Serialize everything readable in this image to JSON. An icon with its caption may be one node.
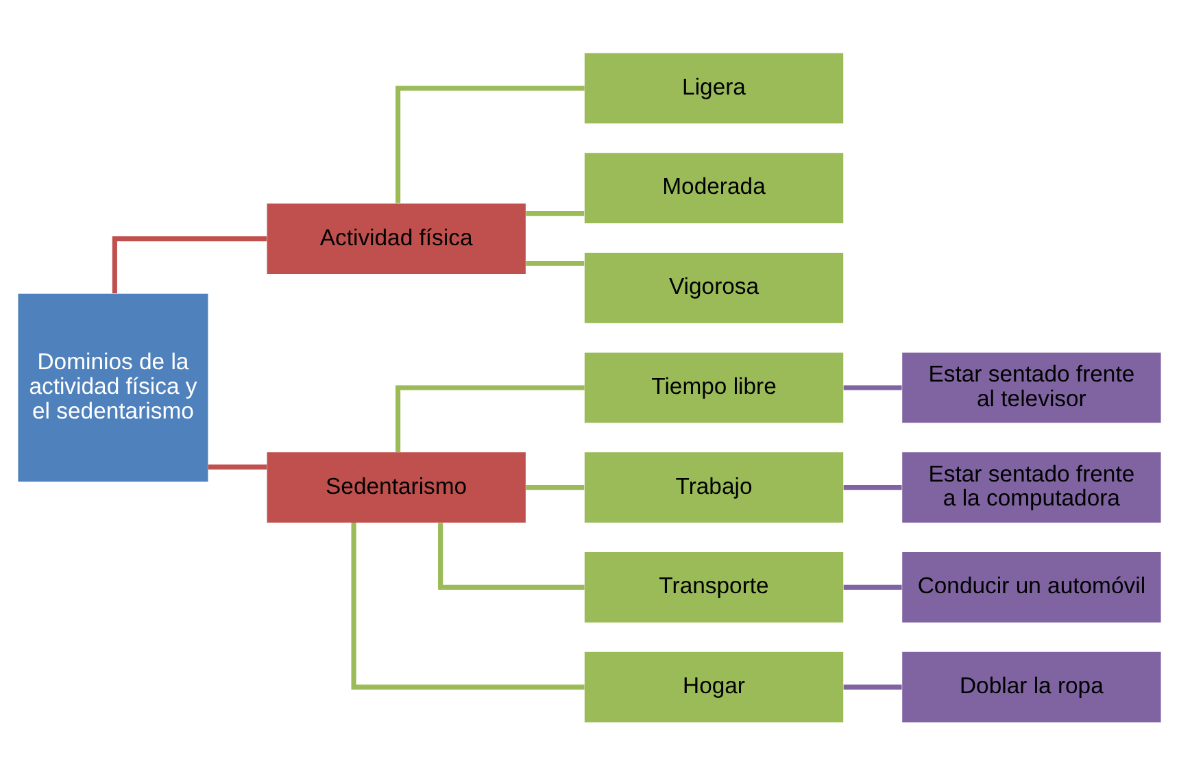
{
  "diagram": {
    "nodes": [
      {
        "text": [
          "Dominios de la actividad física y el sedentarismo"
        ]
      },
      {
        "text": [
          "Actividad física"
        ]
      },
      {
        "text": [
          "Sedentarismo"
        ]
      },
      {
        "text": [
          "Ligera"
        ]
      },
      {
        "text": [
          "Moderada"
        ]
      },
      {
        "text": [
          "Vigorosa"
        ]
      },
      {
        "text": [
          "Tiempo libre"
        ]
      },
      {
        "text": [
          "Trabajo"
        ]
      },
      {
        "text": [
          "Transporte"
        ]
      },
      {
        "text": [
          "Hogar"
        ]
      },
      {
        "text": [
          "Estar sentado frente al televisor"
        ]
      },
      {
        "text": [
          "Estar sentado frente a la computadora"
        ]
      },
      {
        "text": [
          "Conducir un automóvil"
        ]
      },
      {
        "text": [
          "Doblar la ropa"
        ]
      }
    ],
    "edges": [
      {
        "from": 0,
        "to": 1,
        "arrow": "none",
        "color": "#c0504d"
      },
      {
        "from": 0,
        "to": 2,
        "arrow": "none",
        "color": "#c0504d"
      },
      {
        "from": 1,
        "to": 3,
        "arrow": "none"
      },
      {
        "from": 1,
        "to": 4,
        "arrow": "none"
      },
      {
        "from": 1,
        "to": 5,
        "arrow": "none"
      },
      {
        "from": 2,
        "to": 6,
        "arrow": "none"
      },
      {
        "from": 2,
        "to": 7,
        "arrow": "none"
      },
      {
        "from": 2,
        "to": 8,
        "arrow": "none"
      },
      {
        "from": 2,
        "to": 9,
        "arrow": "none"
      },
      {
        "from": 6,
        "to": 10,
        "arrow": "none",
        "color": "#8064a2"
      },
      {
        "from": 7,
        "to": 11,
        "arrow": "none",
        "color": "#8064a2"
      },
      {
        "from": 8,
        "to": 12,
        "arrow": "none",
        "color": "#8064a2"
      },
      {
        "from": 9,
        "to": 13,
        "arrow": "none",
        "color": "#8064a2"
      }
    ]
  }
}
